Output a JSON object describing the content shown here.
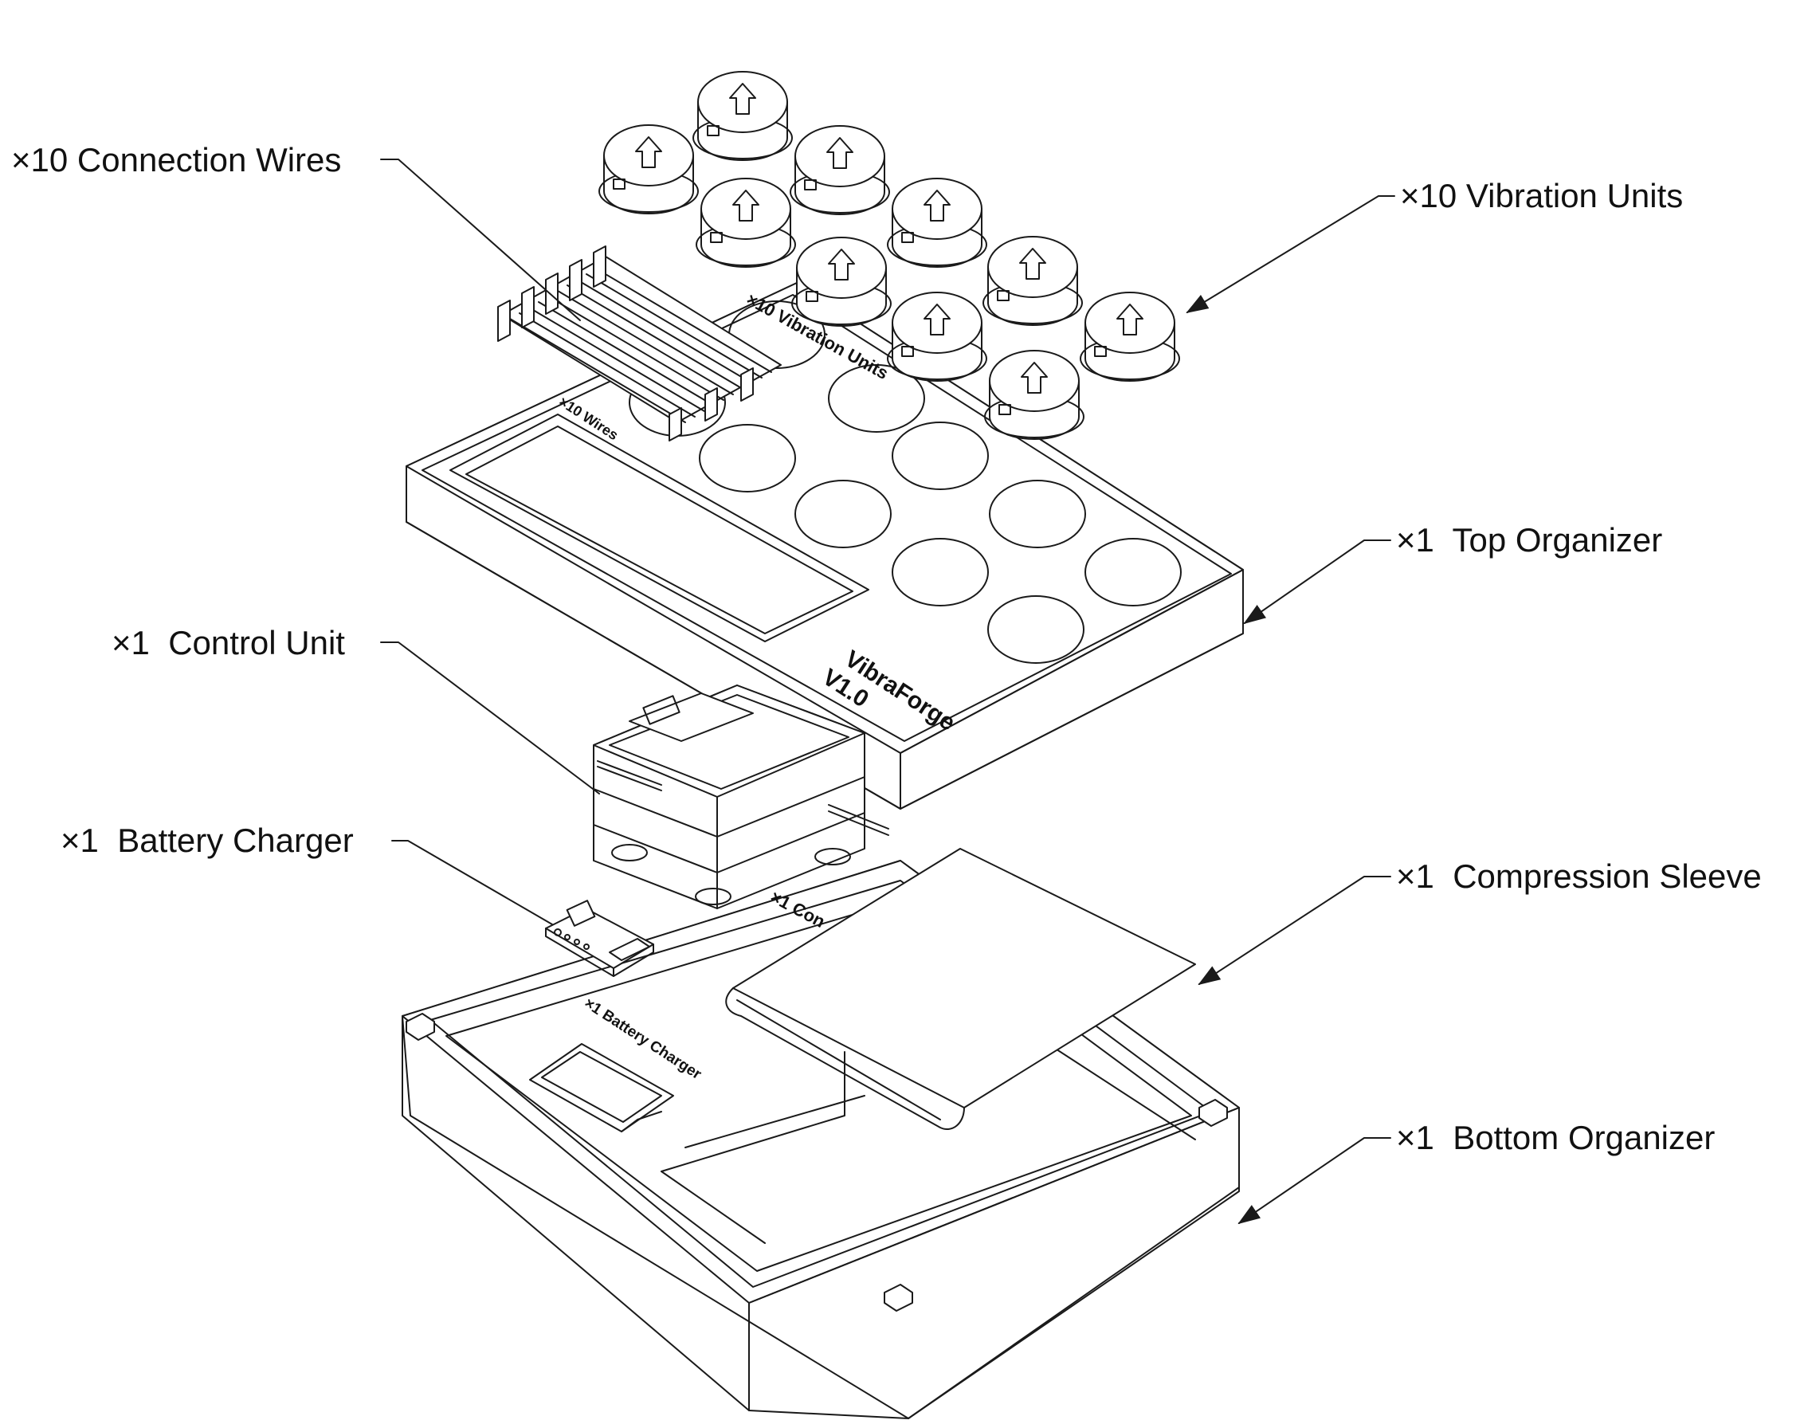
{
  "labels": {
    "connection_wires": "×10 Connection Wires",
    "vibration_units": "×10 Vibration Units",
    "top_organizer": "×1  Top Organizer",
    "control_unit": "×1  Control Unit",
    "battery_charger": "×1  Battery Charger",
    "compression_sleeve": "×1  Compression Sleeve",
    "bottom_organizer": "×1  Bottom Organizer"
  },
  "engraving": {
    "vibration_units": "×10 Vibration Units",
    "wires": "×10 Wires",
    "brand": "VibraForge",
    "version": "V1.0",
    "battery_charger": "×1 Battery Charger",
    "control_partial": "×1 Con"
  },
  "colors": {
    "line": "#1a1a1a",
    "background": "#ffffff"
  }
}
